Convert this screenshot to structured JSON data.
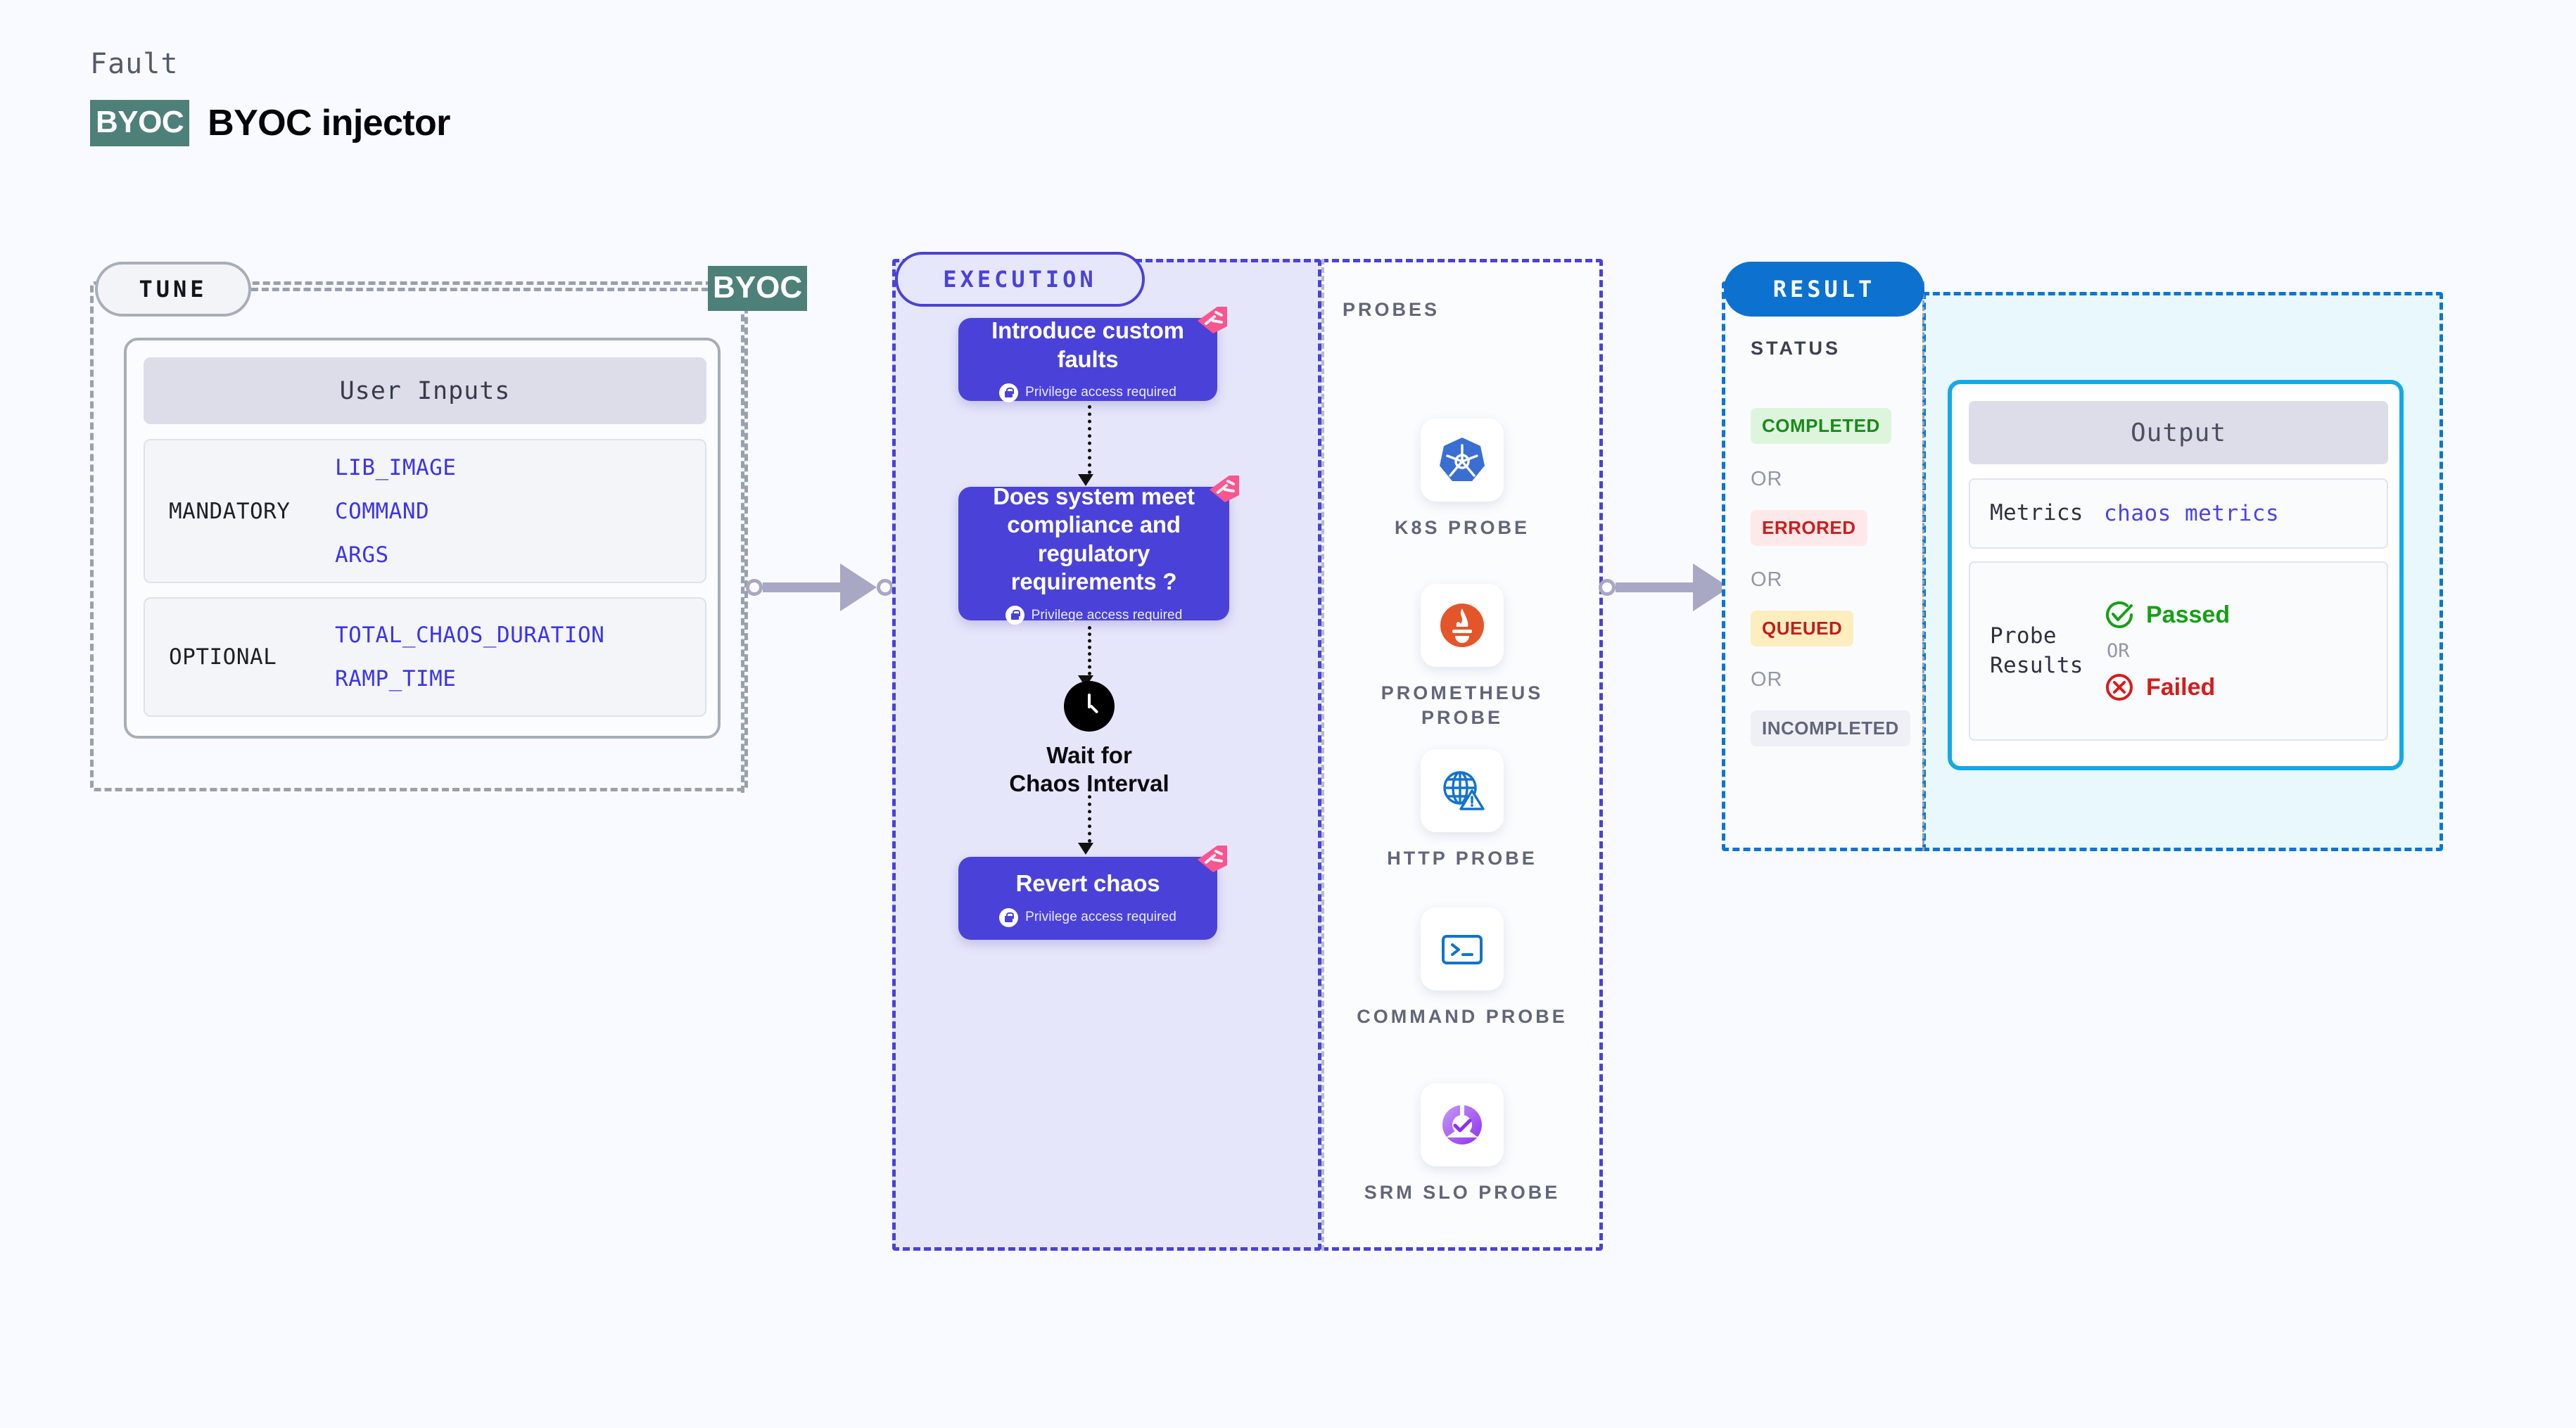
{
  "header": {
    "eyebrow": "Fault",
    "chip": "BYOC",
    "title": "BYOC injector"
  },
  "tune": {
    "pill": "TUNE",
    "byoc_marker": "BYOC",
    "card_title": "User Inputs",
    "groups": [
      {
        "label": "MANDATORY",
        "values": [
          "LIB_IMAGE",
          "COMMAND",
          "ARGS"
        ]
      },
      {
        "label": "OPTIONAL",
        "values": [
          "TOTAL_CHAOS_DURATION",
          "RAMP_TIME"
        ]
      }
    ]
  },
  "execution": {
    "pill": "EXECUTION",
    "privilege_note": "Privilege access required",
    "cards": [
      {
        "title": "Introduce custom faults",
        "badge": "harness-corner-badge"
      },
      {
        "title": "Does system meet compliance and regulatory requirements ?",
        "badge": "harness-corner-badge"
      },
      {
        "title": "Revert chaos",
        "badge": "harness-corner-badge"
      }
    ],
    "wait_node": {
      "icon": "clock-icon",
      "label": "Wait for Chaos Interval"
    }
  },
  "probes": {
    "title": "PROBES",
    "items": [
      {
        "label": "K8S PROBE",
        "icon": "kubernetes-icon"
      },
      {
        "label": "PROMETHEUS PROBE",
        "icon": "prometheus-icon"
      },
      {
        "label": "HTTP PROBE",
        "icon": "http-globe-warning-icon"
      },
      {
        "label": "COMMAND PROBE",
        "icon": "terminal-icon"
      },
      {
        "label": "SRM SLO PROBE",
        "icon": "srm-slo-icon"
      }
    ]
  },
  "result": {
    "pill": "RESULT",
    "status_title": "STATUS",
    "or_word": "OR",
    "statuses": [
      {
        "label": "COMPLETED",
        "bg": "#ddf5dd",
        "fg": "#1a8a1a"
      },
      {
        "label": "ERRORED",
        "bg": "#fde9e9",
        "fg": "#cc1d1d"
      },
      {
        "label": "QUEUED",
        "bg": "#fdeec0",
        "fg": "#c01e1e"
      },
      {
        "label": "INCOMPLETED",
        "bg": "#eff0f6",
        "fg": "#62667a"
      }
    ],
    "output": {
      "title": "Output",
      "metrics_key": "Metrics",
      "metrics_value": "chaos metrics",
      "probe_results_key": "Probe Results",
      "passed": "Passed",
      "failed": "Failed",
      "or_word": "OR"
    }
  },
  "colors": {
    "background": "#f8faff",
    "byoc_green": "#4d8079",
    "execution_purple": "#4a42d8",
    "result_blue": "#0d71cf",
    "output_border": "#12a9e8",
    "badge_pink": "#f9558f"
  }
}
